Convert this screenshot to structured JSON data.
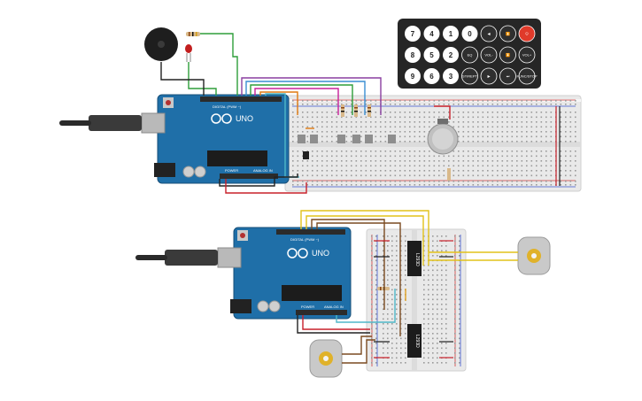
{
  "board_top": {
    "brand": "UNO",
    "header_digital": "DIGITAL (PWM ~)",
    "header_power": "POWER",
    "header_analog": "ANALOG IN"
  },
  "board_bottom": {
    "brand": "UNO",
    "header_digital": "DIGITAL (PWM ~)",
    "header_power": "POWER",
    "header_analog": "ANALOG IN"
  },
  "remote": {
    "keys": [
      "7",
      "4",
      "1",
      "0",
      "◀",
      "⏫",
      "⏻",
      "8",
      "5",
      "2",
      "EQ",
      "VOL-",
      "⏬",
      "VOL+",
      "9",
      "6",
      "3",
      "ST/REPT",
      "▶",
      "⏭",
      "FUNC/STOP"
    ]
  },
  "chips": {
    "upper": "L293D",
    "lower": "L293D"
  },
  "colors": {
    "board": "#1f6fa8",
    "wire_green": "#2e9e3a",
    "wire_purple": "#8a3fa0",
    "wire_yellow": "#e2c21a",
    "wire_red": "#c8202a",
    "wire_brown": "#7a4a20",
    "wire_cyan": "#4fb7c8",
    "wire_black": "#222222"
  }
}
